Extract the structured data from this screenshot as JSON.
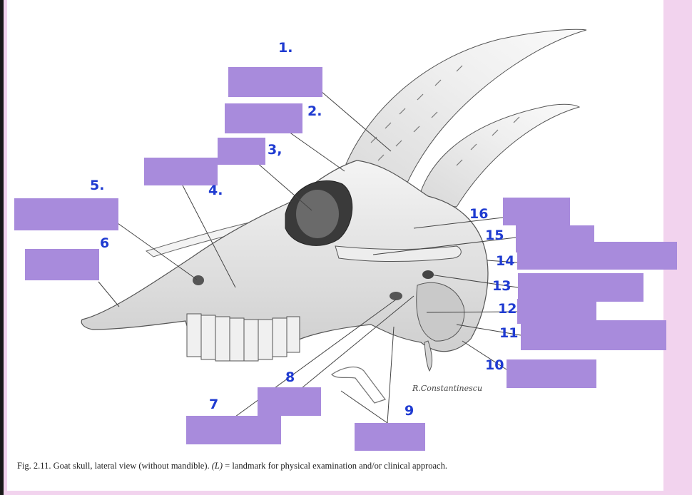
{
  "figure": {
    "caption_prefix": "Fig. 2.11.",
    "caption_text": "Goat skull, lateral view (without mandible).",
    "caption_legend_key": "(L)",
    "caption_legend_text": "= landmark for physical examination and/or clinical approach.",
    "signature": "R.Constantinescu"
  },
  "numbers": [
    "1.",
    "2.",
    "3,",
    "4.",
    "5.",
    "6",
    "7",
    "8",
    "9",
    "10",
    "11",
    "12",
    "13",
    "14",
    "15",
    "16"
  ],
  "colors": {
    "label_box": "#a88bdc",
    "number_ink": "#1f3bd1",
    "page_border": "#f2d3ee"
  }
}
